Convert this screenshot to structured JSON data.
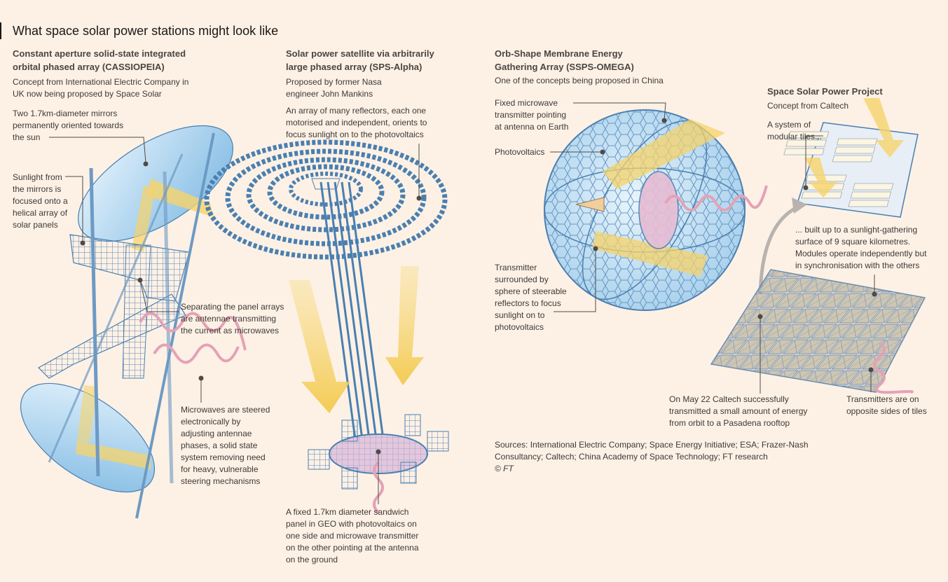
{
  "title": "What space solar power stations might look like",
  "cassiopeia": {
    "heading": "Constant aperture solid-state integrated orbital phased array (CASSIOPEIA)",
    "intro": "Concept from International Electric Company in UK now being proposed by Space Solar",
    "mirrors": "Two 1.7km-diameter mirrors permanently oriented towards the sun",
    "sunlight": "Sunlight from the mirrors is focused onto a helical array of solar panels",
    "antennae": "Separating the panel arrays are antennae transmitting the current as microwaves",
    "microwaves": "Microwaves are steered electronically by adjusting antennae phases, a solid state system removing need for heavy, vulnerable steering mechanisms"
  },
  "sps_alpha": {
    "heading": "Solar power satellite via arbitrarily large phased array (SPS-Alpha)",
    "intro": "Proposed by former Nasa engineer John Mankins",
    "reflectors": "An array of many reflectors, each one motorised and independent, orients to focus sunlight on to the photovoltaics",
    "panel": "A fixed 1.7km diameter sandwich panel in GEO with photovoltaics on one side and microwave transmitter on the other pointing at the antenna on the ground"
  },
  "omega": {
    "heading": "Orb-Shape Membrane Energy Gathering Array (SSPS-OMEGA)",
    "intro": "One of the concepts being proposed in China",
    "transmitter_fixed": "Fixed microwave transmitter pointing at antenna on Earth",
    "photovoltaics": "Photovoltaics",
    "transmitter_sphere": "Transmitter surrounded by sphere of steerable reflectors to focus sunlight on to photovoltaics"
  },
  "caltech": {
    "heading": "Space Solar Power Project",
    "intro": "Concept from Caltech",
    "tiles": "A system of modular tiles...",
    "surface": "... built up to a sunlight-gathering surface of 9 square kilometres. Modules operate independently but in synchronisation with the others",
    "may22": "On May 22 Caltech successfully transmitted a small amount of energy from orbit to a Pasadena rooftop",
    "opposite": "Transmitters are on opposite sides of tiles"
  },
  "sources": "Sources: International Electric Company; Space Energy Initiative; ESA; Frazer-Nash Consultancy; Caltech; China Academy of Space Technology; FT research",
  "copyright": "© FT",
  "colors": {
    "background": "#fdf1e5",
    "structure_blue": "#4a7fb0",
    "mirror_blue": "#a9d3ee",
    "sunbeam_yellow": "#f6d36a",
    "microwave_pink": "#e4a2b6"
  }
}
